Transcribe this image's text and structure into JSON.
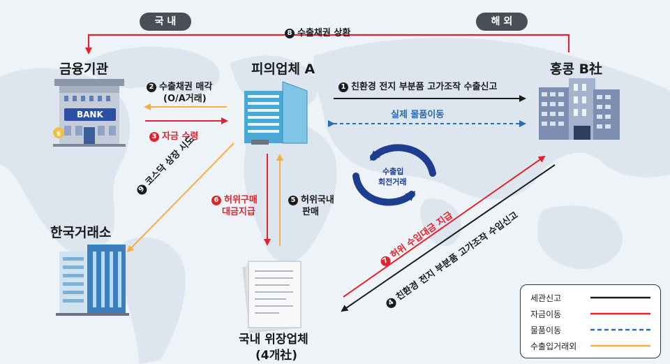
{
  "regions": {
    "domestic": "국 내",
    "overseas": "해 외"
  },
  "nodes": {
    "bank_name": "금융기관",
    "suspect": "피의업체 A",
    "hk": "홍콩 B社",
    "exchange": "한국거래소",
    "fake_company_line1": "국내 위장업체",
    "fake_company_line2": "(4개社)",
    "bank_sign": "BANK"
  },
  "steps": {
    "s1": {
      "num": "1",
      "text": "친환경 전지 부분품 고가조작 수출신고"
    },
    "s2_line1": {
      "num": "2",
      "text": "수출채권 매각"
    },
    "s2_line2": "(O/A거래)",
    "s3": {
      "num": "3",
      "text": "자금 수령"
    },
    "s4": {
      "num": "4",
      "text": "친환경 전지 부분품 고가조작 수입신고"
    },
    "s5_line1": {
      "num": "5",
      "text": "허위국내"
    },
    "s5_line2": "판매",
    "s6_line1": {
      "num": "6",
      "text": "허위구매"
    },
    "s6_line2": "대금지급",
    "s7": {
      "num": "7",
      "text": "허위 수입대금 지급"
    },
    "s8": {
      "num": "8",
      "text": "수출채권 상환"
    },
    "s9": {
      "num": "9",
      "text": "코스닥 상장 시도"
    },
    "real_goods": "실제 물품이동",
    "circular_line1": "수출입",
    "circular_line2": "회전거래"
  },
  "legend": [
    {
      "label": "세관신고",
      "color": "#1b1b1b",
      "style": "solid"
    },
    {
      "label": "자금이동",
      "color": "#e0242e",
      "style": "solid"
    },
    {
      "label": "물품이동",
      "color": "#2b6cb0",
      "style": "dashed"
    },
    {
      "label": "수출입거래외",
      "color": "#f6b042",
      "style": "solid"
    }
  ],
  "colors": {
    "black": "#1b1b1b",
    "red": "#e0242e",
    "blue": "#2b6cb0",
    "orange": "#f6b042",
    "navy": "#1f3d8f"
  }
}
